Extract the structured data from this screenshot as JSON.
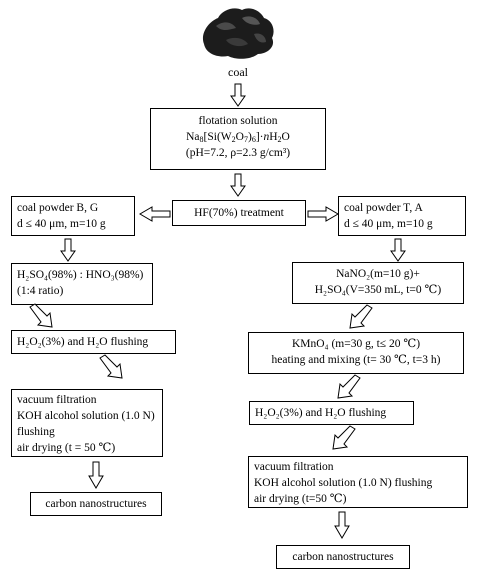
{
  "coal_label": "coal",
  "flotation": {
    "line1": "flotation solution",
    "line2_a": "Na",
    "line2_b": "8",
    "line2_c": "[Si(W",
    "line2_d": "2",
    "line2_e": "O",
    "line2_f": "7",
    "line2_g": ")",
    "line2_h": "6",
    "line2_i": "]·",
    "line2_j": "n",
    "line2_k": "H",
    "line2_l": "2",
    "line2_m": "O",
    "line3": "(pH=7.2, ρ=2.3 g/cm³)"
  },
  "hf": "HF(70%) treatment",
  "left": {
    "powder_line1": "coal powder B, G",
    "powder_line2": "d ≤ 40 μm, m=10 g",
    "acid_line1": "H₂SO₄(98%) : HNO₃(98%)",
    "acid_line2": "(1:4 ratio)",
    "flush": "H₂O₂(3%) and H₂O flushing",
    "vac_line1": "vacuum filtration",
    "vac_line2": "KOH alcohol solution (1.0 N)",
    "vac_line3": "flushing",
    "vac_line4": "air drying (t = 50 ℃)",
    "result": "carbon nanostructures"
  },
  "right": {
    "powder_line1": "coal powder T, A",
    "powder_line2": "d ≤ 40 μm, m=10 g",
    "nano_line1": "NaNO₂(m=10 g)+",
    "nano_line2": "H₂SO₄(V=350 mL, t=0 ℃)",
    "kmno_line1": "KMnO₄ (m=30 g, t≤ 20 ℃)",
    "kmno_line2": "heating and mixing (t= 30 ℃, t=3 h)",
    "flush": "H₂O₂(3%) and H₂O flushing",
    "vac_line1": "vacuum filtration",
    "vac_line2": "KOH alcohol solution (1.0 N) flushing",
    "vac_line3": "air drying (t=50 ℃)",
    "result": "carbon nanostructures"
  }
}
